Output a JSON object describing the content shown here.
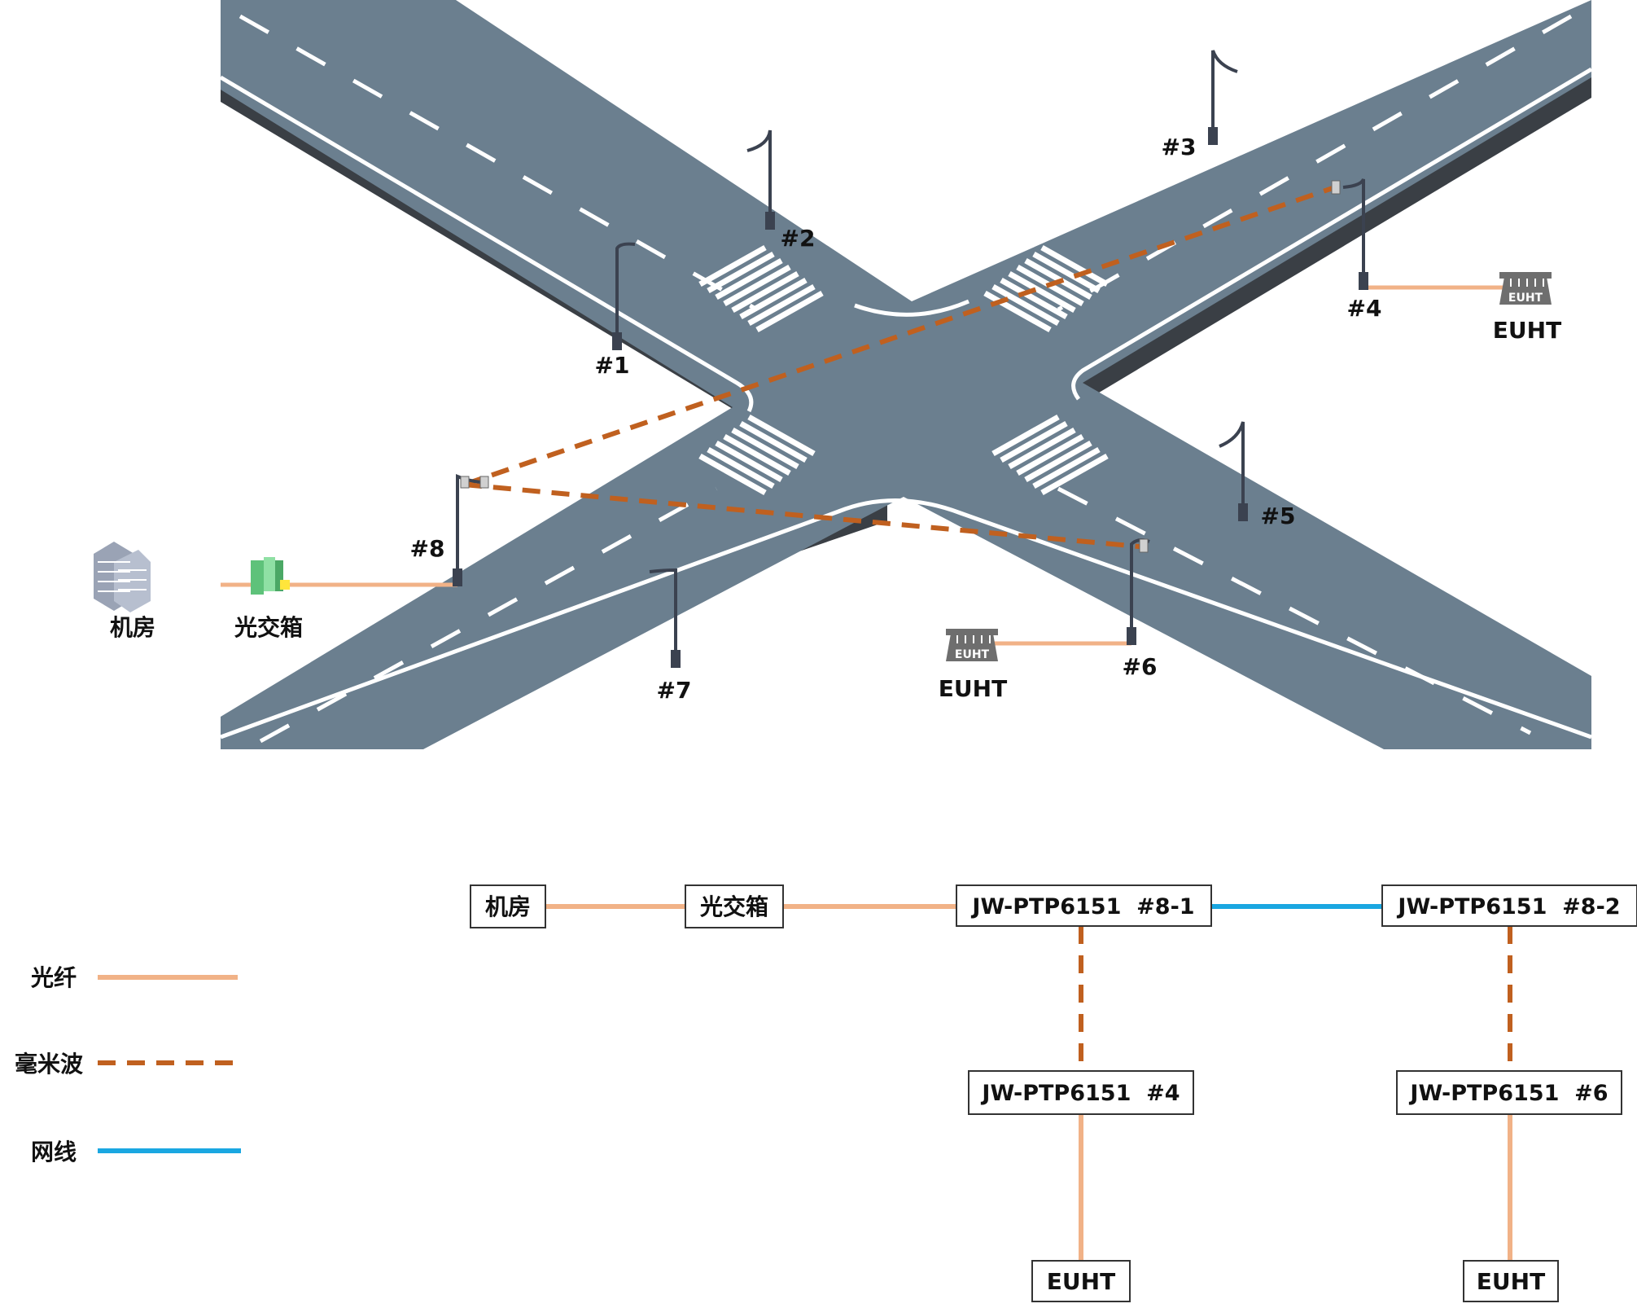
{
  "colors": {
    "road": "#6b7f8f",
    "road_edge": "#3a3f45",
    "fiber": "#f1b287",
    "mmwave": "#c0601f",
    "ethernet": "#1aa7e1"
  },
  "poles": [
    {
      "id": "p1",
      "label": "#1"
    },
    {
      "id": "p2",
      "label": "#2"
    },
    {
      "id": "p3",
      "label": "#3"
    },
    {
      "id": "p4",
      "label": "#4"
    },
    {
      "id": "p5",
      "label": "#5"
    },
    {
      "id": "p6",
      "label": "#6"
    },
    {
      "id": "p7",
      "label": "#7"
    },
    {
      "id": "p8",
      "label": "#8"
    }
  ],
  "scene_labels": {
    "machine_room": "机房",
    "fiber_box": "光交箱",
    "euht_right": "EUHT",
    "euht_bottom": "EUHT",
    "euht_icon_text": "EUHT"
  },
  "legend": {
    "fiber": "光纤",
    "mmwave": "毫米波",
    "ethernet": "网线"
  },
  "topology": {
    "machine_room": "机房",
    "fiber_box": "光交箱",
    "node_8_1": "JW-PTP6151  #8-1",
    "node_8_2": "JW-PTP6151  #8-2",
    "node_4": "JW-PTP6151  #4",
    "node_6": "JW-PTP6151  #6",
    "euht_left": "EUHT",
    "euht_right": "EUHT"
  }
}
